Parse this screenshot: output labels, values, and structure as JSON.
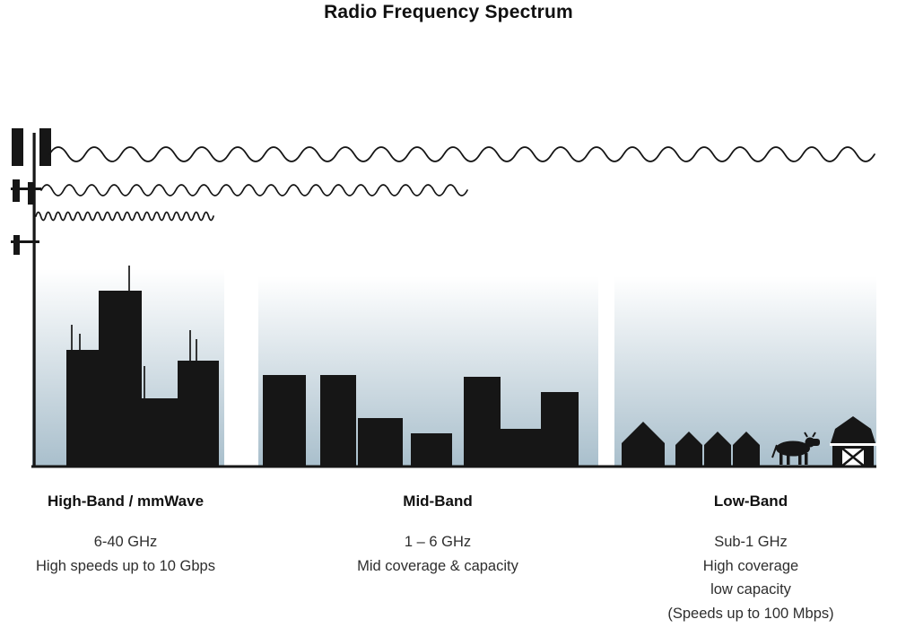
{
  "title": "Radio Frequency Spectrum",
  "bands": [
    {
      "name": "High-Band / mmWave",
      "freq": "6-40 GHz",
      "lines": [
        "High speeds up to 10 Gbps"
      ]
    },
    {
      "name": "Mid-Band",
      "freq": "1 – 6 GHz",
      "lines": [
        "Mid coverage & capacity"
      ]
    },
    {
      "name": "Low-Band",
      "freq": "Sub-1 GHz",
      "lines": [
        "High coverage",
        "low capacity",
        "(Speeds up to 100 Mbps)"
      ]
    }
  ],
  "icons": {
    "tower": "cell-tower-icon",
    "cow": "cow-icon",
    "barn": "barn-icon",
    "waves": [
      "long-wavelength-wave",
      "mid-wavelength-wave",
      "short-wavelength-wave"
    ]
  },
  "colors": {
    "silhouette": "#161616",
    "sky_gradient_top": "#ffffff",
    "sky_gradient_bottom": "#a9bfcc",
    "text": "#2e2e2e"
  }
}
